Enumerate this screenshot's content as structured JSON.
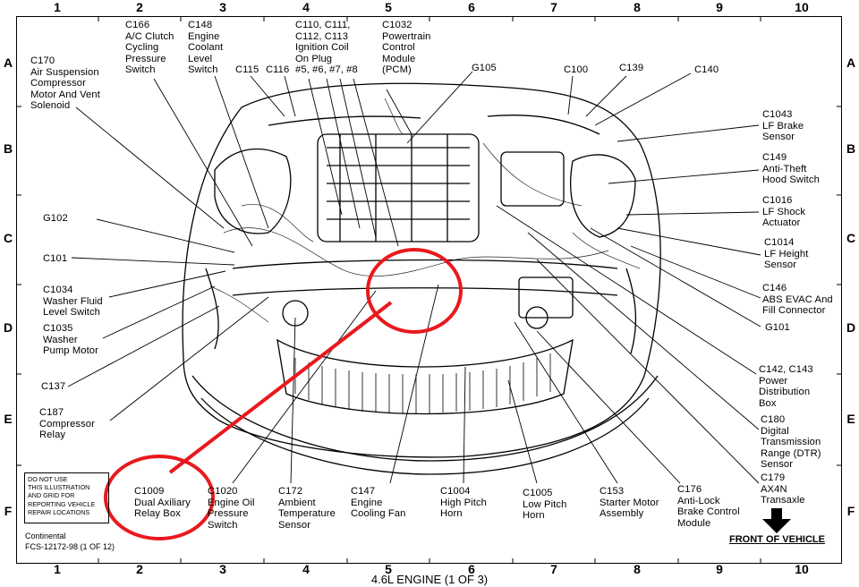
{
  "columns": [
    "1",
    "2",
    "3",
    "4",
    "5",
    "6",
    "7",
    "8",
    "9",
    "10"
  ],
  "rows": [
    "A",
    "B",
    "C",
    "D",
    "E",
    "F"
  ],
  "labels": {
    "c166": [
      "C166",
      "A/C Clutch",
      "Cycling",
      "Pressure",
      "Switch"
    ],
    "c148": [
      "C148",
      "Engine",
      "Coolant",
      "Level",
      "Switch"
    ],
    "c110": [
      "C110, C111,",
      "C112, C113",
      "Ignition Coil",
      "On Plug",
      "#5, #6, #7, #8"
    ],
    "c1032": [
      "C1032",
      "Powertrain",
      "Control",
      "Module",
      "(PCM)"
    ],
    "c170": [
      "C170",
      "Air Suspension",
      "Compressor",
      "Motor And Vent",
      "Solenoid"
    ],
    "c115": [
      "C115"
    ],
    "c116": [
      "C116"
    ],
    "g105": [
      "G105"
    ],
    "c100": [
      "C100"
    ],
    "c139": [
      "C139"
    ],
    "c140": [
      "C140"
    ],
    "c1043": [
      "C1043",
      "LF Brake",
      "Sensor"
    ],
    "c149": [
      "C149",
      "Anti-Theft",
      "Hood Switch"
    ],
    "c1016": [
      "C1016",
      "LF Shock",
      "Actuator"
    ],
    "c1014": [
      "C1014",
      "LF Height",
      "Sensor"
    ],
    "c146": [
      "C146",
      "ABS EVAC And",
      "Fill Connector"
    ],
    "g101": [
      "G101"
    ],
    "c142": [
      "C142, C143",
      "Power",
      "Distribution",
      "Box"
    ],
    "c180": [
      "C180",
      "Digital",
      "Transmission",
      "Range (DTR)",
      "Sensor"
    ],
    "c179": [
      "C179",
      "AX4N",
      "Transaxle"
    ],
    "g102": [
      "G102"
    ],
    "c101": [
      "C101"
    ],
    "c1034": [
      "C1034",
      "Washer Fluid",
      "Level Switch"
    ],
    "c1035": [
      "C1035",
      "Washer",
      "Pump Motor"
    ],
    "c137": [
      "C137"
    ],
    "c187": [
      "C187",
      "Compressor",
      "Relay"
    ],
    "c1009": [
      "C1009",
      "Dual Axiliary",
      "Relay Box"
    ],
    "c1020": [
      "C1020",
      "Engine Oil",
      "Pressure",
      "Switch"
    ],
    "c172": [
      "C172",
      "Ambient",
      "Temperature",
      "Sensor"
    ],
    "c147": [
      "C147",
      "Engine",
      "Cooling Fan"
    ],
    "c1004": [
      "C1004",
      "High Pitch",
      "Horn"
    ],
    "c1005": [
      "C1005",
      "Low Pitch",
      "Horn"
    ],
    "c153": [
      "C153",
      "Starter Motor",
      "Assembly"
    ],
    "c176": [
      "C176",
      "Anti-Lock",
      "Brake Control",
      "Module"
    ]
  },
  "notice": [
    "DO NOT USE",
    "THIS ILLUSTRATION",
    "AND GRID FOR",
    "REPORTING VEHICLE",
    "REPAIR LOCATIONS"
  ],
  "footer": {
    "model": "Continental",
    "code": "FCS-12172-98 (1 OF 12)",
    "title": "4.6L ENGINE (1 OF 3)",
    "front": "FRONT OF VEHICLE"
  },
  "colors": {
    "highlight": "#e8191e",
    "ink": "#000000"
  }
}
